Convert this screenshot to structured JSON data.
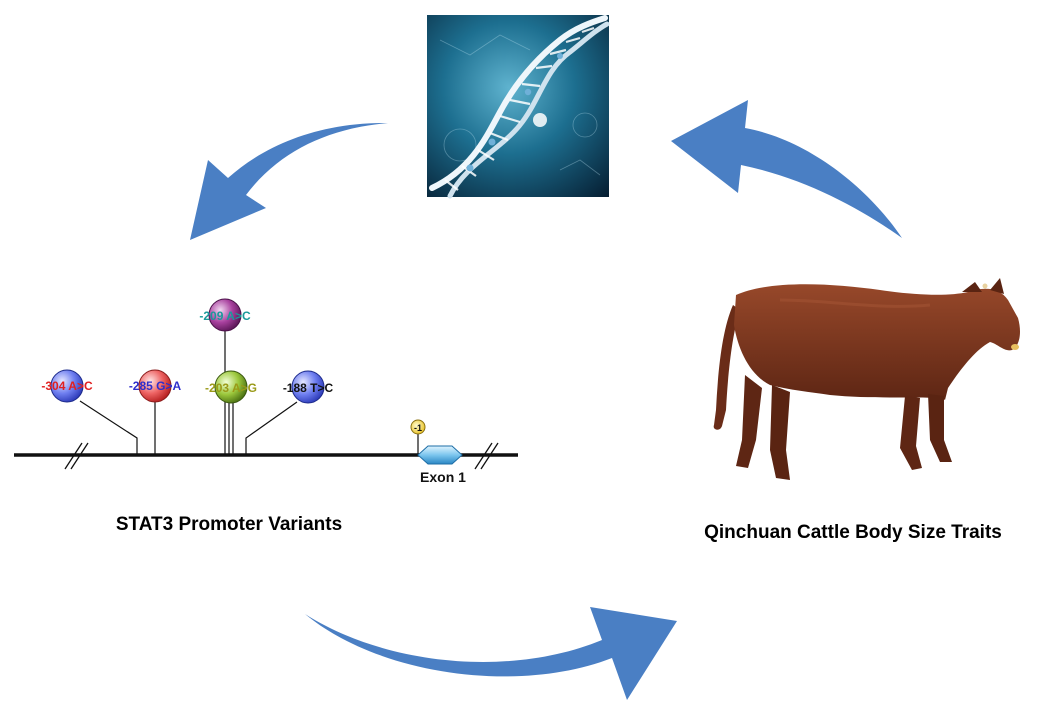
{
  "labels": {
    "promoter_title": "STAT3 Promoter Variants",
    "traits_title": "Qinchuan Cattle Body Size Traits",
    "exon": "Exon 1",
    "tss": "-1"
  },
  "variants": [
    {
      "label": "-304 A>C",
      "color": "#e02020",
      "ball": "blue"
    },
    {
      "label": "-285 G>A",
      "color": "#2e2ecc",
      "ball": "red"
    },
    {
      "label": "-209 A>C",
      "color": "#1a9a9a",
      "ball": "purple"
    },
    {
      "label": "-203 A>G",
      "color": "#9a9a18",
      "ball": "green"
    },
    {
      "label": "-188 T>C",
      "color": "#111111",
      "ball": "blue"
    }
  ],
  "colors": {
    "arrow": "#4a7fc4",
    "dna_bg": "#0c4a66",
    "cow_body": "#7a3520"
  },
  "icons": {
    "dna_image": "dna-helix-image",
    "cow_image": "cow-image"
  }
}
